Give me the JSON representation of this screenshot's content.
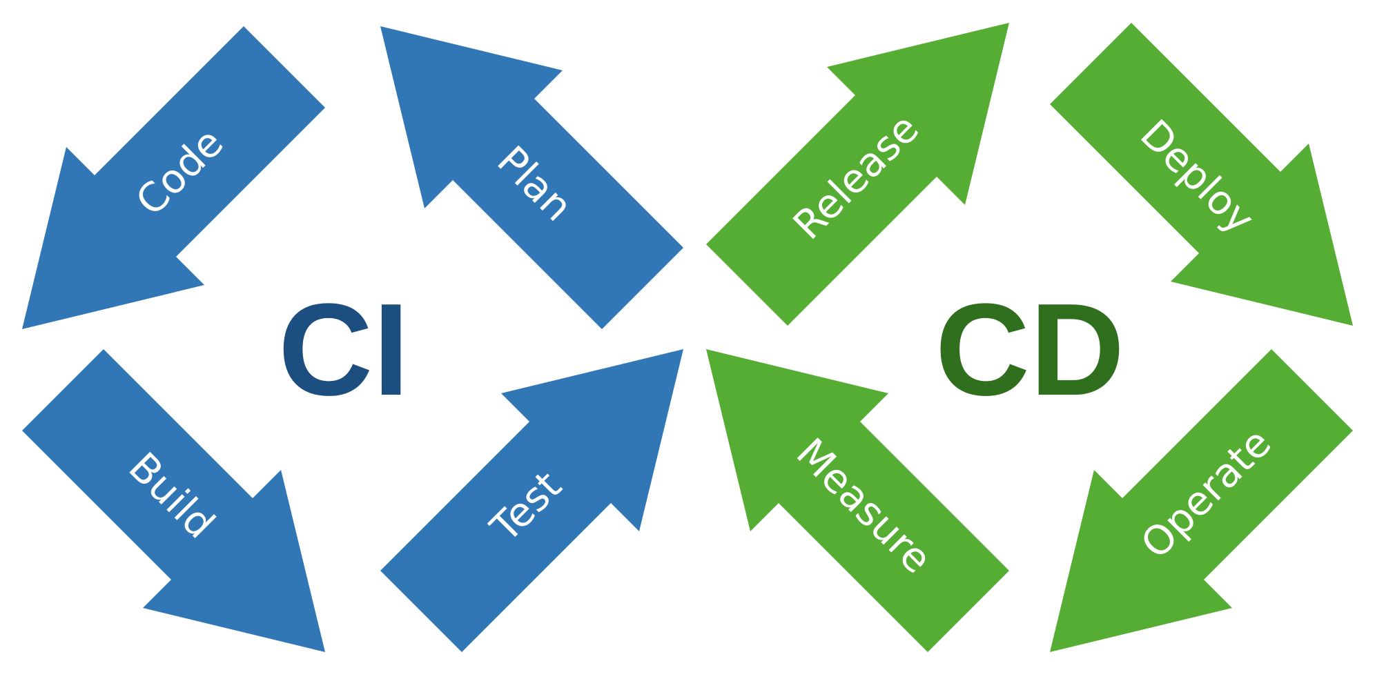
{
  "colors": {
    "ci_arrow": "#3177B5",
    "cd_arrow": "#55AE33",
    "ci_text": "#1C4E80",
    "cd_text": "#2F6F1E",
    "arrow_text": "#FFFFFF"
  },
  "ci": {
    "label": "CI"
  },
  "cd": {
    "label": "CD"
  },
  "arrows": [
    {
      "name": "code",
      "label": "Code",
      "group": "ci",
      "direction": "down-left"
    },
    {
      "name": "plan",
      "label": "Plan",
      "group": "ci",
      "direction": "up-left"
    },
    {
      "name": "build",
      "label": "Build",
      "group": "ci",
      "direction": "down-right"
    },
    {
      "name": "test",
      "label": "Test",
      "group": "ci",
      "direction": "up-right"
    },
    {
      "name": "release",
      "label": "Release",
      "group": "cd",
      "direction": "up-right"
    },
    {
      "name": "deploy",
      "label": "Deploy",
      "group": "cd",
      "direction": "down-right"
    },
    {
      "name": "measure",
      "label": "Measure",
      "group": "cd",
      "direction": "up-left"
    },
    {
      "name": "operate",
      "label": "Operate",
      "group": "cd",
      "direction": "down-left"
    }
  ]
}
